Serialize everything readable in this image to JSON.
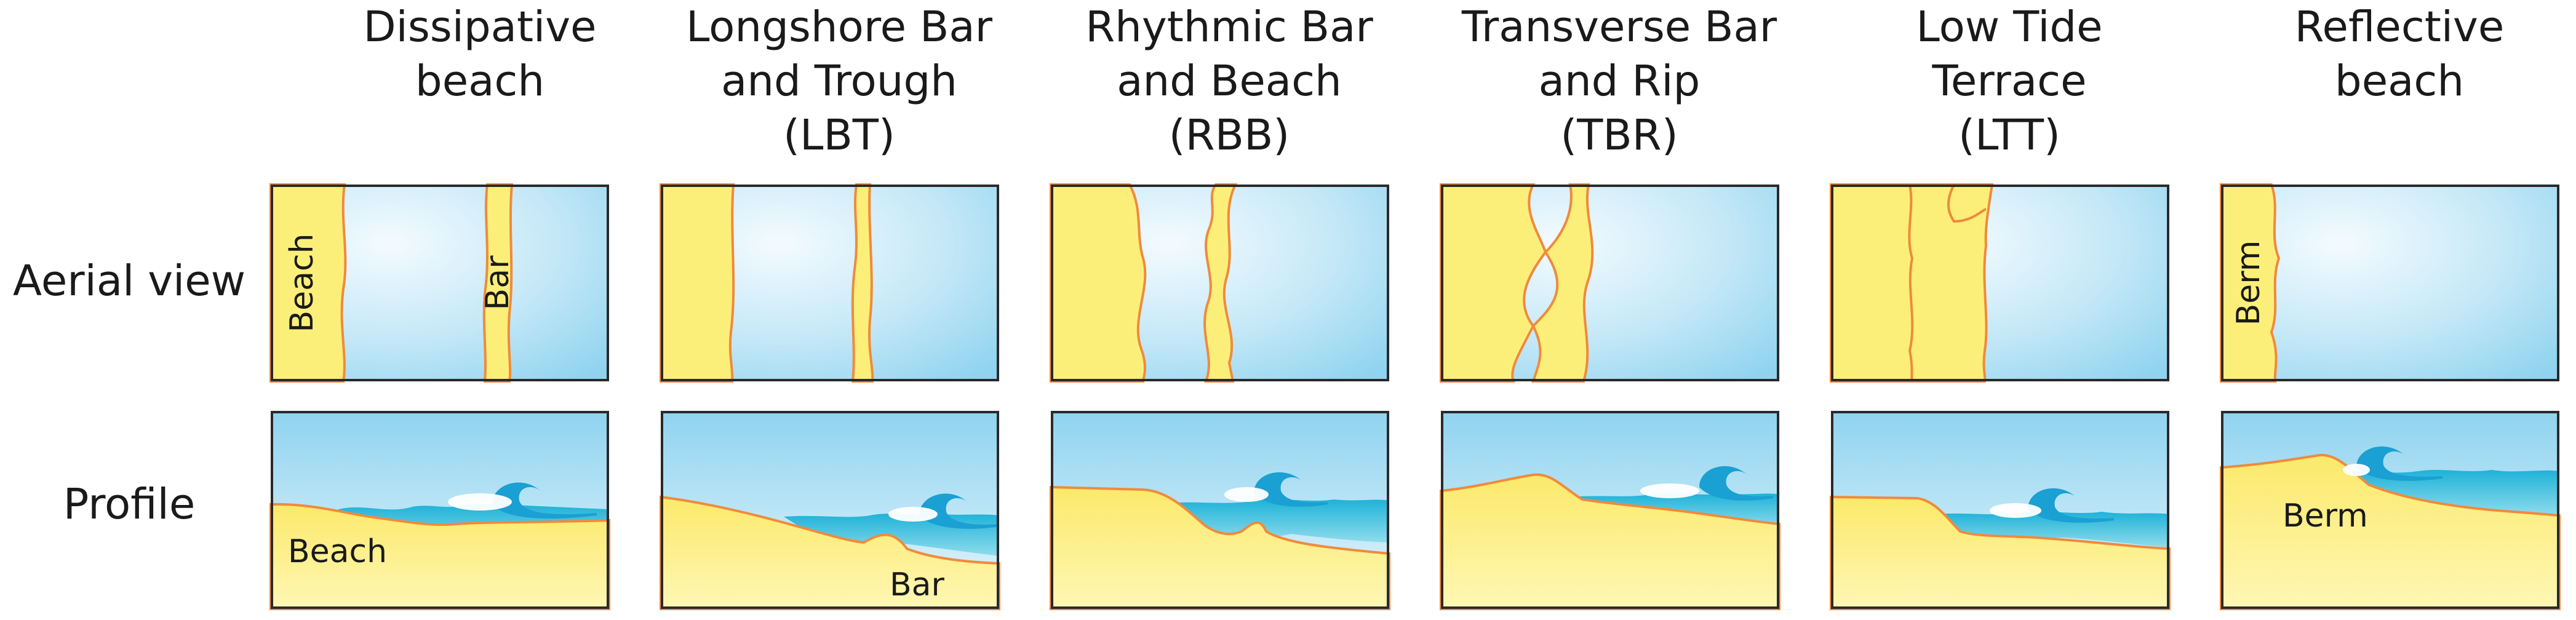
{
  "row_labels": {
    "aerial": "Aerial view",
    "profile": "Profile"
  },
  "columns": [
    {
      "title_lines": [
        "",
        "Dissipative",
        "beach"
      ],
      "aerial_labels": [
        "Beach",
        "Bar"
      ],
      "profile_labels": [
        "Beach"
      ]
    },
    {
      "title_lines": [
        "Longshore Bar",
        "and Trough",
        "(LBT)"
      ],
      "aerial_labels": [],
      "profile_labels": [
        "Bar"
      ]
    },
    {
      "title_lines": [
        "Rhythmic Bar",
        "and Beach",
        "(RBB)"
      ],
      "aerial_labels": [],
      "profile_labels": []
    },
    {
      "title_lines": [
        "Transverse Bar",
        "and Rip",
        "(TBR)"
      ],
      "aerial_labels": [],
      "profile_labels": []
    },
    {
      "title_lines": [
        "Low Tide",
        "Terrace",
        "(LTT)"
      ],
      "aerial_labels": [],
      "profile_labels": []
    },
    {
      "title_lines": [
        "Reflective",
        "beach",
        ""
      ],
      "aerial_labels": [
        "Berm"
      ],
      "profile_labels": [
        "Berm"
      ]
    }
  ],
  "colors": {
    "sand": "#fbef7a",
    "sand_light": "#fff8b8",
    "sand_edge": "#f08a3c",
    "water_deep": "#7ccbec",
    "water_light": "#f4fbff",
    "wave": "#1aa0d2",
    "frame": "#2a2a2a"
  }
}
